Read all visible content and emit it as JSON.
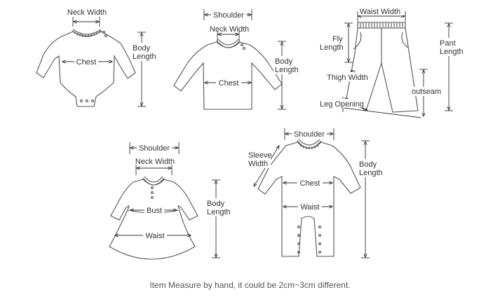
{
  "figures": {
    "bodysuit": {
      "neck_width": "Neck Width",
      "chest": "Chest",
      "body_length": [
        "Body",
        "Length"
      ]
    },
    "shirt": {
      "shoulder": "Shoulder",
      "neck_width": "Neck Width",
      "chest": "Chest",
      "body_length": [
        "Body",
        "Length"
      ]
    },
    "pants": {
      "waist_width": "Waist Width",
      "fly_length": [
        "Fly",
        "Length"
      ],
      "pant_length": [
        "Pant",
        "Length"
      ],
      "thigh_width": "Thigh Width",
      "outseam": "outseam",
      "leg_opening": "Leg Opening"
    },
    "dress": {
      "shoulder": "Shoulder",
      "neck_width": "Neck Width",
      "bust": "Bust",
      "waist": "Waist",
      "body_length": [
        "Body",
        "Length"
      ]
    },
    "romper": {
      "shoulder": "Shoulder",
      "sleeve_width": [
        "Sleeve",
        "Width"
      ],
      "chest": "Chest",
      "waist": "Waist",
      "body_length": [
        "Body",
        "Length"
      ]
    }
  },
  "footer_note": "Item Measure by hand, it could be 2cm~3cm different."
}
